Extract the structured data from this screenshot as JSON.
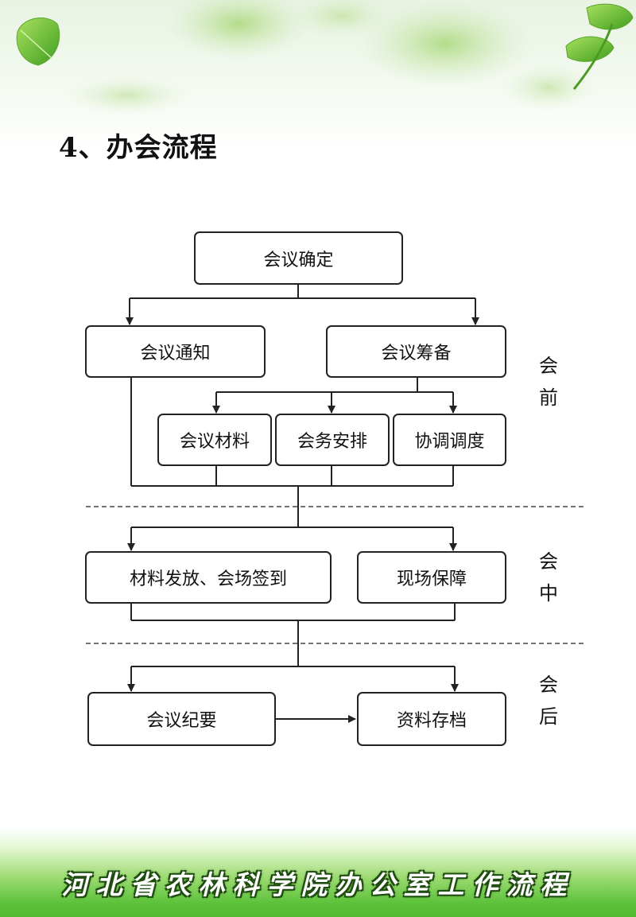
{
  "title": "4、办会流程",
  "boxes": {
    "confirm": "会议确定",
    "notice": "会议通知",
    "prepare": "会议筹备",
    "materials": "会议材料",
    "arrangement": "会务安排",
    "coordination": "协调调度",
    "distribution": "材料发放、会场签到",
    "support": "现场保障",
    "minutes": "会议纪要",
    "archive": "资料存档"
  },
  "phases": {
    "before": [
      "会",
      "前"
    ],
    "during": [
      "会",
      "中"
    ],
    "after": [
      "会",
      "后"
    ]
  },
  "footer": "河北省农林科学院办公室工作流程",
  "colors": {
    "footer_green": "#52b933",
    "line": "#222222"
  }
}
